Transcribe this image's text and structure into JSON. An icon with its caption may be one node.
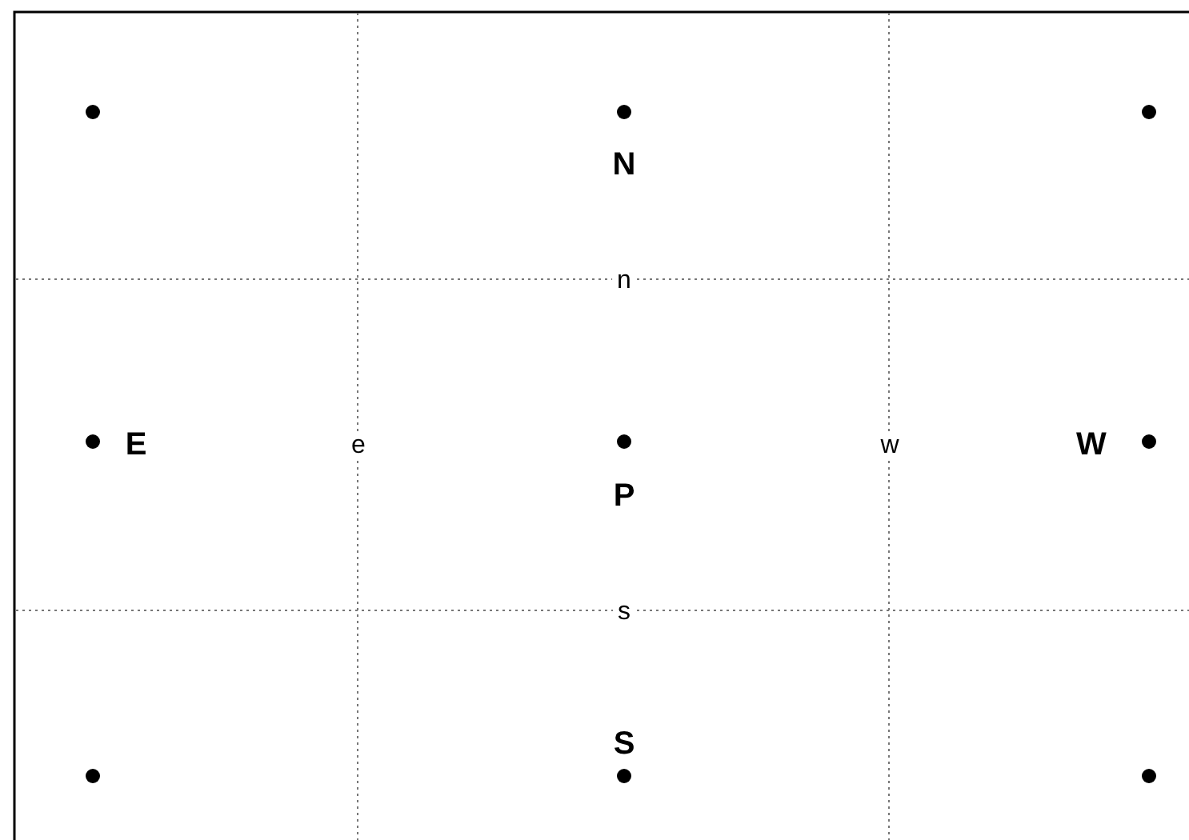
{
  "diagram": {
    "labels": [
      "N",
      "n",
      "E",
      "e",
      "w",
      "W",
      "P",
      "s",
      "S"
    ]
  }
}
